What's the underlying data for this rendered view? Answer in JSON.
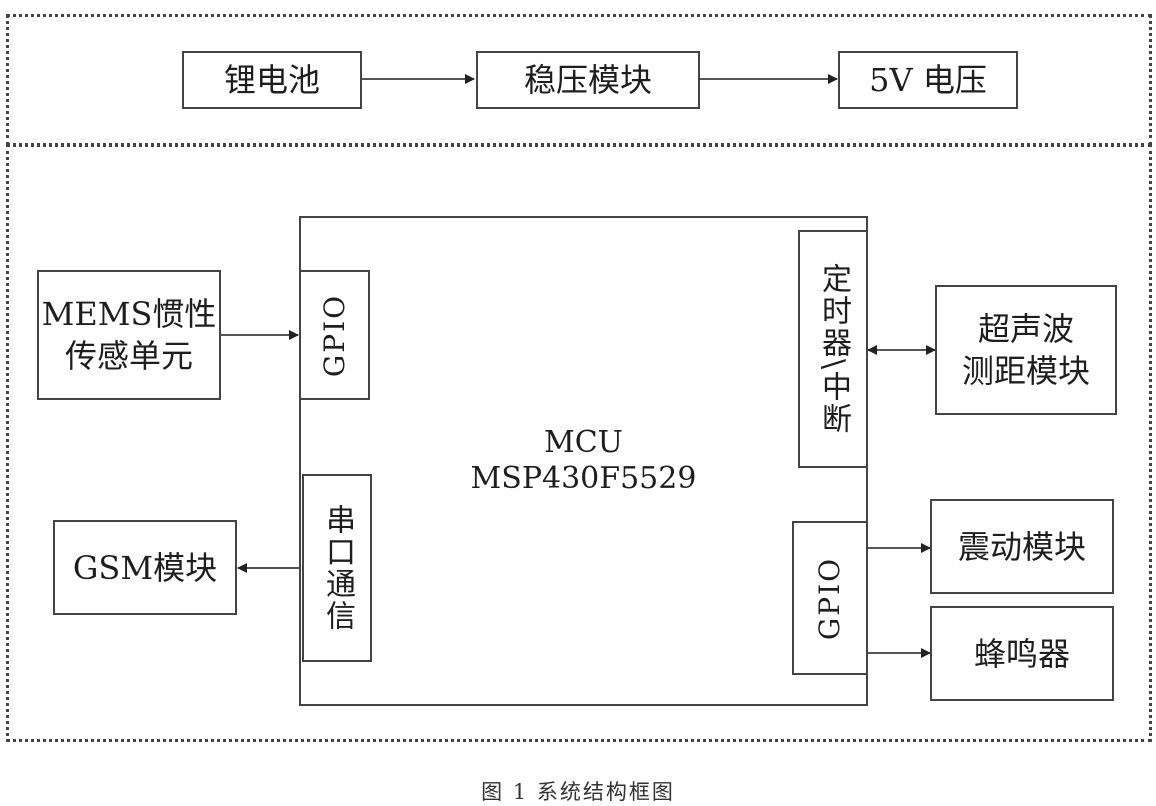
{
  "power": {
    "battery": "锂电池",
    "regulator": "稳压模块",
    "output": "5V 电压"
  },
  "imu": {
    "label": "MEMS惯性\n传感单元"
  },
  "gsm": {
    "label": "GSM模块"
  },
  "mcu": {
    "line1": "MCU",
    "line2": "MSP430F5529"
  },
  "ports": {
    "gpio_left": "GPIO",
    "uart": "串口通信",
    "timer": "定时器\\中断",
    "gpio_right": "GPIO"
  },
  "ultrasonic": {
    "label": "超声波\n测距模块"
  },
  "vibration": {
    "label": "震动模块"
  },
  "buzzer": {
    "label": "蜂鸣器"
  },
  "caption": "图 1 系统结构框图"
}
